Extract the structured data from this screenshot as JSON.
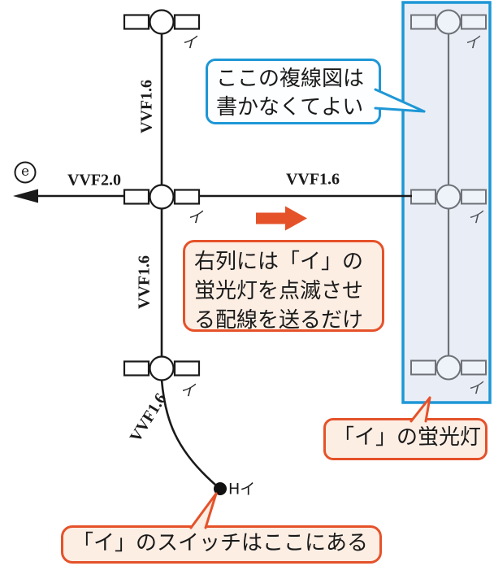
{
  "diagram_type": "single-line wiring diagram (Japanese electrician exam study figure)",
  "colors": {
    "line": "#1a1a1a",
    "right_column_line": "#6e7278",
    "highlight_box_border": "#1e97d6",
    "highlight_box_fill": "#e9eef6",
    "blue_callout_border": "#1e97d6",
    "blue_callout_fill": "#fdfeff",
    "orange_accent": "#e5522a",
    "orange_callout_fill": "#fdeee4"
  },
  "source": {
    "label": "e"
  },
  "cables": {
    "top_vertical": "VVF1.6",
    "feeder": "VVF2.0",
    "to_right_column": "VVF1.6",
    "mid_vertical": "VVF1.6",
    "switch_leg": "VVF1.6"
  },
  "lamps": {
    "left_top": "イ",
    "left_middle": "イ",
    "left_bottom": "イ",
    "right_top": "イ",
    "right_middle": "イ",
    "right_bottom": "イ"
  },
  "switch": {
    "label": "Hイ"
  },
  "callouts": {
    "no_redraw": {
      "line1": "ここの複線図は",
      "line2": "書かなくてよい"
    },
    "right_column_note": {
      "line1": "右列には「イ」の",
      "line2": "蛍光灯を点滅させ",
      "line3": "る配線を送るだけ"
    },
    "fluorescent_light": {
      "text": "「イ」の蛍光灯"
    },
    "switch_location": {
      "text": "「イ」のスイッチはここにある"
    }
  }
}
